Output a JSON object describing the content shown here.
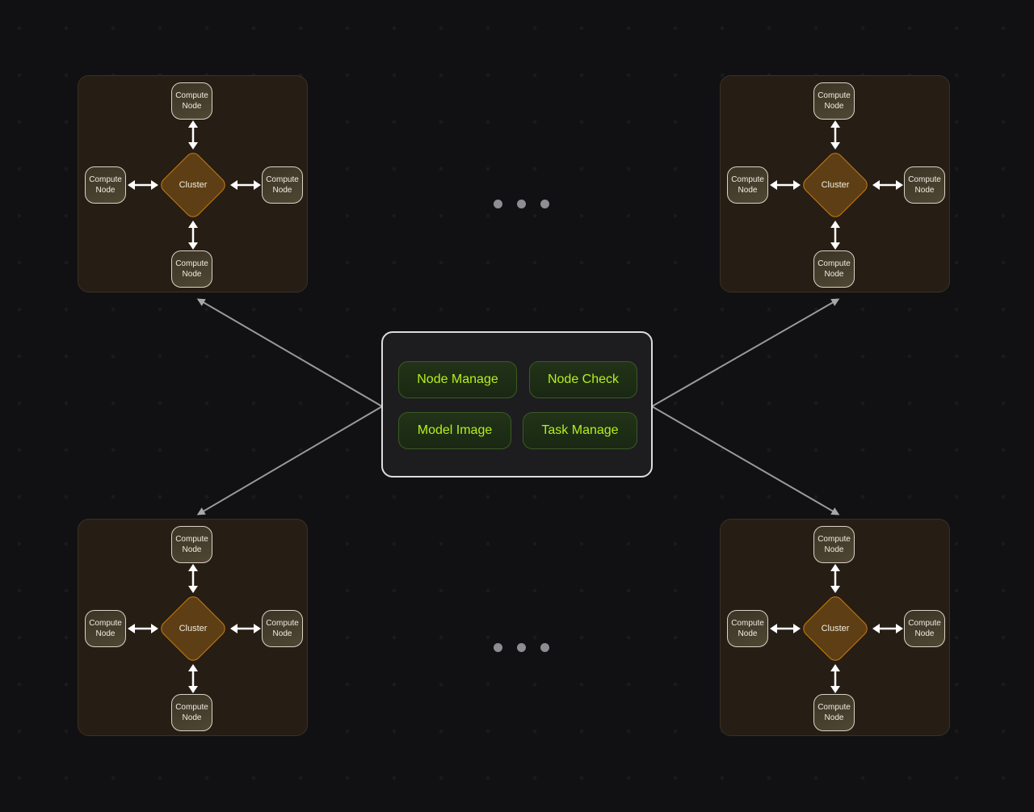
{
  "diagram": {
    "hub": {
      "modules": [
        {
          "label": "Node Manage"
        },
        {
          "label": "Node Check"
        },
        {
          "label": "Model Image"
        },
        {
          "label": "Task Manage"
        }
      ]
    },
    "clusters": [
      {
        "position": "top-left",
        "center_label": "Cluster",
        "nodes": [
          "Compute\nNode",
          "Compute\nNode",
          "Compute\nNode",
          "Compute\nNode"
        ]
      },
      {
        "position": "top-right",
        "center_label": "Cluster",
        "nodes": [
          "Compute\nNode",
          "Compute\nNode",
          "Compute\nNode",
          "Compute\nNode"
        ]
      },
      {
        "position": "bottom-left",
        "center_label": "Cluster",
        "nodes": [
          "Compute\nNode",
          "Compute\nNode",
          "Compute\nNode",
          "Compute\nNode"
        ]
      },
      {
        "position": "bottom-right",
        "center_label": "Cluster",
        "nodes": [
          "Compute\nNode",
          "Compute\nNode",
          "Compute\nNode",
          "Compute\nNode"
        ]
      }
    ],
    "node_label": "Compute Node",
    "ellipsis": [
      "top",
      "bottom"
    ],
    "colors": {
      "background": "#111114",
      "panel": "#261d14",
      "cluster_fill": "#5e3e14",
      "cluster_border": "#c67b12",
      "module_text": "#b6f01d",
      "connector": "#9a9a9a"
    }
  }
}
